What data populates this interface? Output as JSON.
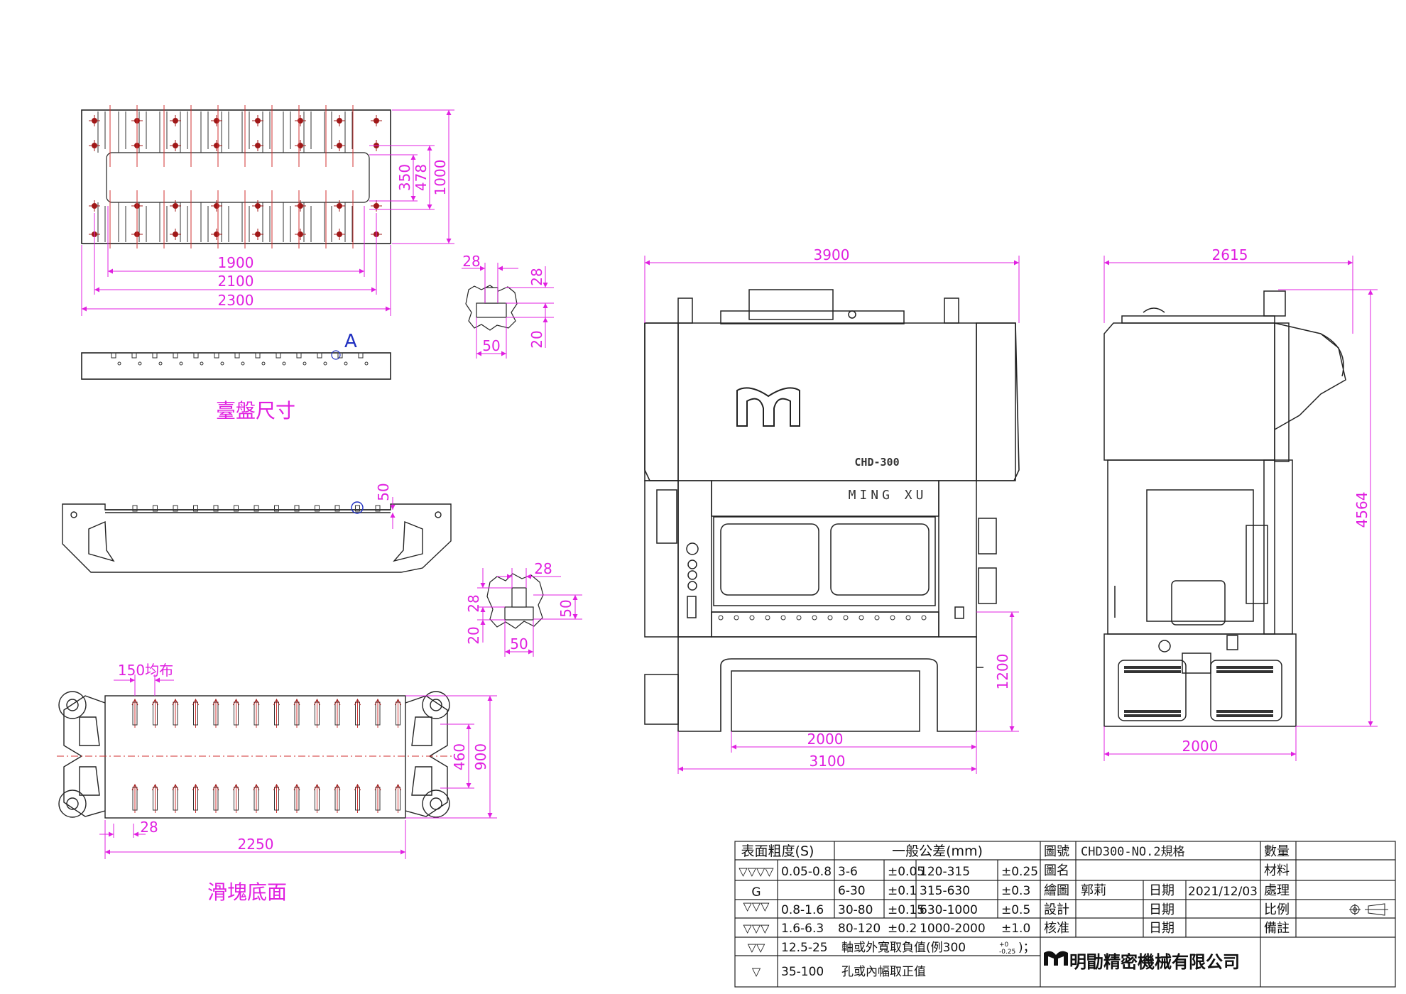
{
  "colors": {
    "dimension": "#e020e0",
    "holes": "#a01818",
    "outline": "#222222",
    "marker": "#2030c0"
  },
  "table_plan": {
    "dims": {
      "d2300": "2300",
      "d2100": "2100",
      "d1900": "1900",
      "d1000": "1000",
      "d478": "478",
      "d350": "350"
    },
    "marker": "A",
    "title": "臺盤尺寸"
  },
  "slot_detail_top": {
    "d28a": "28",
    "d28b": "28",
    "d50": "50",
    "d20": "20"
  },
  "slide_side": {
    "d50": "50"
  },
  "slot_detail_mid": {
    "d28a": "28",
    "d28b": "28",
    "d50a": "50",
    "d50b": "50",
    "d20": "20"
  },
  "slide_bottom": {
    "dims": {
      "d150": "150均布",
      "d28": "28",
      "d2250": "2250",
      "d460": "460",
      "d900": "900"
    },
    "title": "滑塊底面"
  },
  "front_view": {
    "brand_text": "MING XU",
    "model_text": "CHD-300",
    "dims": {
      "d3900": "3900",
      "d2000": "2000",
      "d3100": "3100",
      "d1200": "1200"
    }
  },
  "side_view": {
    "dims": {
      "d2615": "2615",
      "d4564": "4564",
      "d2000": "2000"
    }
  },
  "title_block": {
    "roughness_header": "表面粗度(S)",
    "tolerance_header": "一般公差(mm)",
    "rows": [
      {
        "sym": "▽▽▽▽",
        "range": "0.05-0.8",
        "a": "3-6",
        "ta": "±0.05",
        "b": "120-315",
        "tb": "±0.25"
      },
      {
        "sym": "G",
        "range": "",
        "a": "6-30",
        "ta": "±0.1",
        "b": "315-630",
        "tb": "±0.3"
      },
      {
        "sym": "▽▽▽",
        "range": "0.8-1.6",
        "a": "30-80",
        "ta": "±0.15",
        "b": "630-1000",
        "tb": "±0.5"
      },
      {
        "sym": "▽▽▽",
        "range": "1.6-6.3",
        "a": "80-120",
        "ta": "±0.2",
        "b": "1000-2000",
        "tb": "±1.0"
      },
      {
        "sym": "▽▽",
        "range": "12.5-25",
        "note": "軸或外寬取負值(例300",
        "note_sup": "+0",
        "note_sub": "-0.25",
        "note_end": ")；"
      },
      {
        "sym": "▽",
        "range": "35-100",
        "note": "孔或內幅取正值"
      }
    ],
    "labels": {
      "drawing_no": "圖號",
      "drawing_no_val": "CHD300-NO.2規格",
      "drawing_name": "圖名",
      "drafter": "繪圖",
      "drafter_val": "郭莉",
      "design": "設計",
      "approve": "核准",
      "date": "日期",
      "date_val": "2021/12/03",
      "qty": "數量",
      "material": "材料",
      "process": "處理",
      "scale": "比例",
      "remark": "備註"
    },
    "company": "明勖精密機械有限公司"
  }
}
